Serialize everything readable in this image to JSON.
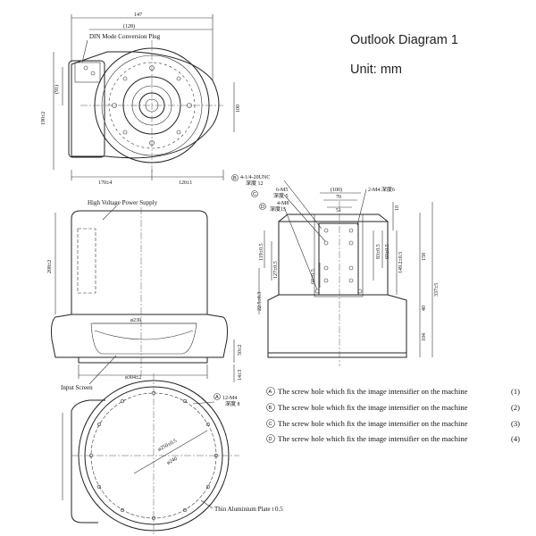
{
  "header": {
    "title": "Outlook Diagram 1",
    "unit": "Unit: mm"
  },
  "top_view": {
    "dims": {
      "w147": "147",
      "w128": "(128)",
      "h91": "(91)",
      "h190": "190±2",
      "h100": "100",
      "b170": "170±4",
      "b120": "120±1"
    },
    "callout": "DIN Mode Conversion Plug"
  },
  "front_view": {
    "callout_hv": "High Voltage Power Supply",
    "callout_screen": "Input Screen",
    "dims": {
      "h208": "208±2",
      "d230": "ø230",
      "h50": "50±2",
      "w304": "ø304±2",
      "h14": "14±3"
    }
  },
  "side_view": {
    "dims": {
      "top100": "(100)",
      "w70": "70",
      "w51": "51",
      "h10": "10",
      "h119": "119±0.5",
      "h127": "127±0.5",
      "h83": "83±0.5",
      "h60": "60±0.5",
      "h149": "149.2±0.5",
      "h158": "158",
      "h60b": "60±0.5",
      "h22": "22.5±0.3",
      "h40": "40",
      "h104": "104",
      "h337": "337±5"
    },
    "callouts": [
      {
        "letter": "B",
        "text": "4-1/4-20UNC",
        "sub": "深度 12"
      },
      {
        "letter": "C",
        "text": "6-M5",
        "sub": "深度 5"
      },
      {
        "letter": "D",
        "text": "4-M8",
        "sub": "深度15"
      },
      {
        "letter": "",
        "text": "2-M4 深度6",
        "sub": ""
      }
    ]
  },
  "bottom_view": {
    "callout_a": {
      "letter": "A",
      "text": "12-M4",
      "sub": "深度 8"
    },
    "dims": {
      "d250": "ø250±0.5",
      "d240": "ø240"
    },
    "callout_plate": "Thin Aluminium Plate t 0.5"
  },
  "legend": [
    {
      "letter": "A",
      "text": "The screw hole which fix the image intensifier on the machine",
      "num": "(1)"
    },
    {
      "letter": "B",
      "text": "The screw hole which fix the image intensifier on the machine",
      "num": "(2)"
    },
    {
      "letter": "C",
      "text": "The screw hole which fix the image intensifier on the machine",
      "num": "(3)"
    },
    {
      "letter": "D",
      "text": "The screw hole which fix the image intensifier on the machine",
      "num": "(4)"
    }
  ]
}
